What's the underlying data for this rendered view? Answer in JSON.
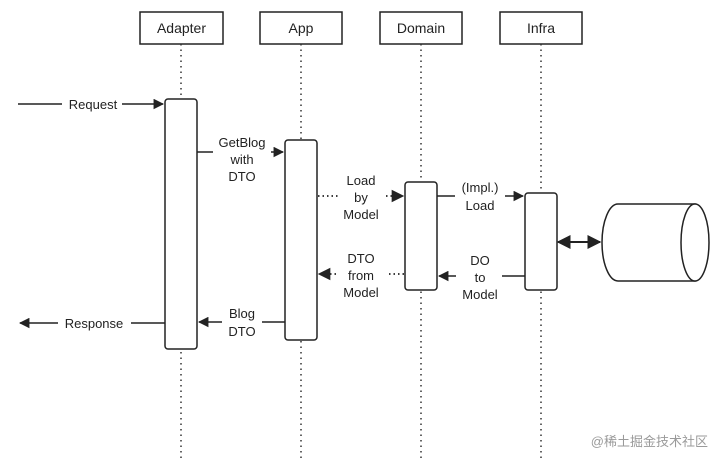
{
  "participants": [
    "Adapter",
    "App",
    "Domain",
    "Infra"
  ],
  "messages": {
    "request": "Request",
    "getblog": [
      "GetBlog",
      "with",
      "DTO"
    ],
    "load_by_model": [
      "Load",
      "by",
      "Model"
    ],
    "impl_load": [
      "(Impl.)",
      "Load"
    ],
    "do_to_model": [
      "DO",
      "to",
      "Model"
    ],
    "dto_from_model": [
      "DTO",
      "from",
      "Model"
    ],
    "blog_dto": [
      "Blog",
      "DTO"
    ],
    "response": "Response"
  },
  "watermark": "@稀土掘金技术社区"
}
